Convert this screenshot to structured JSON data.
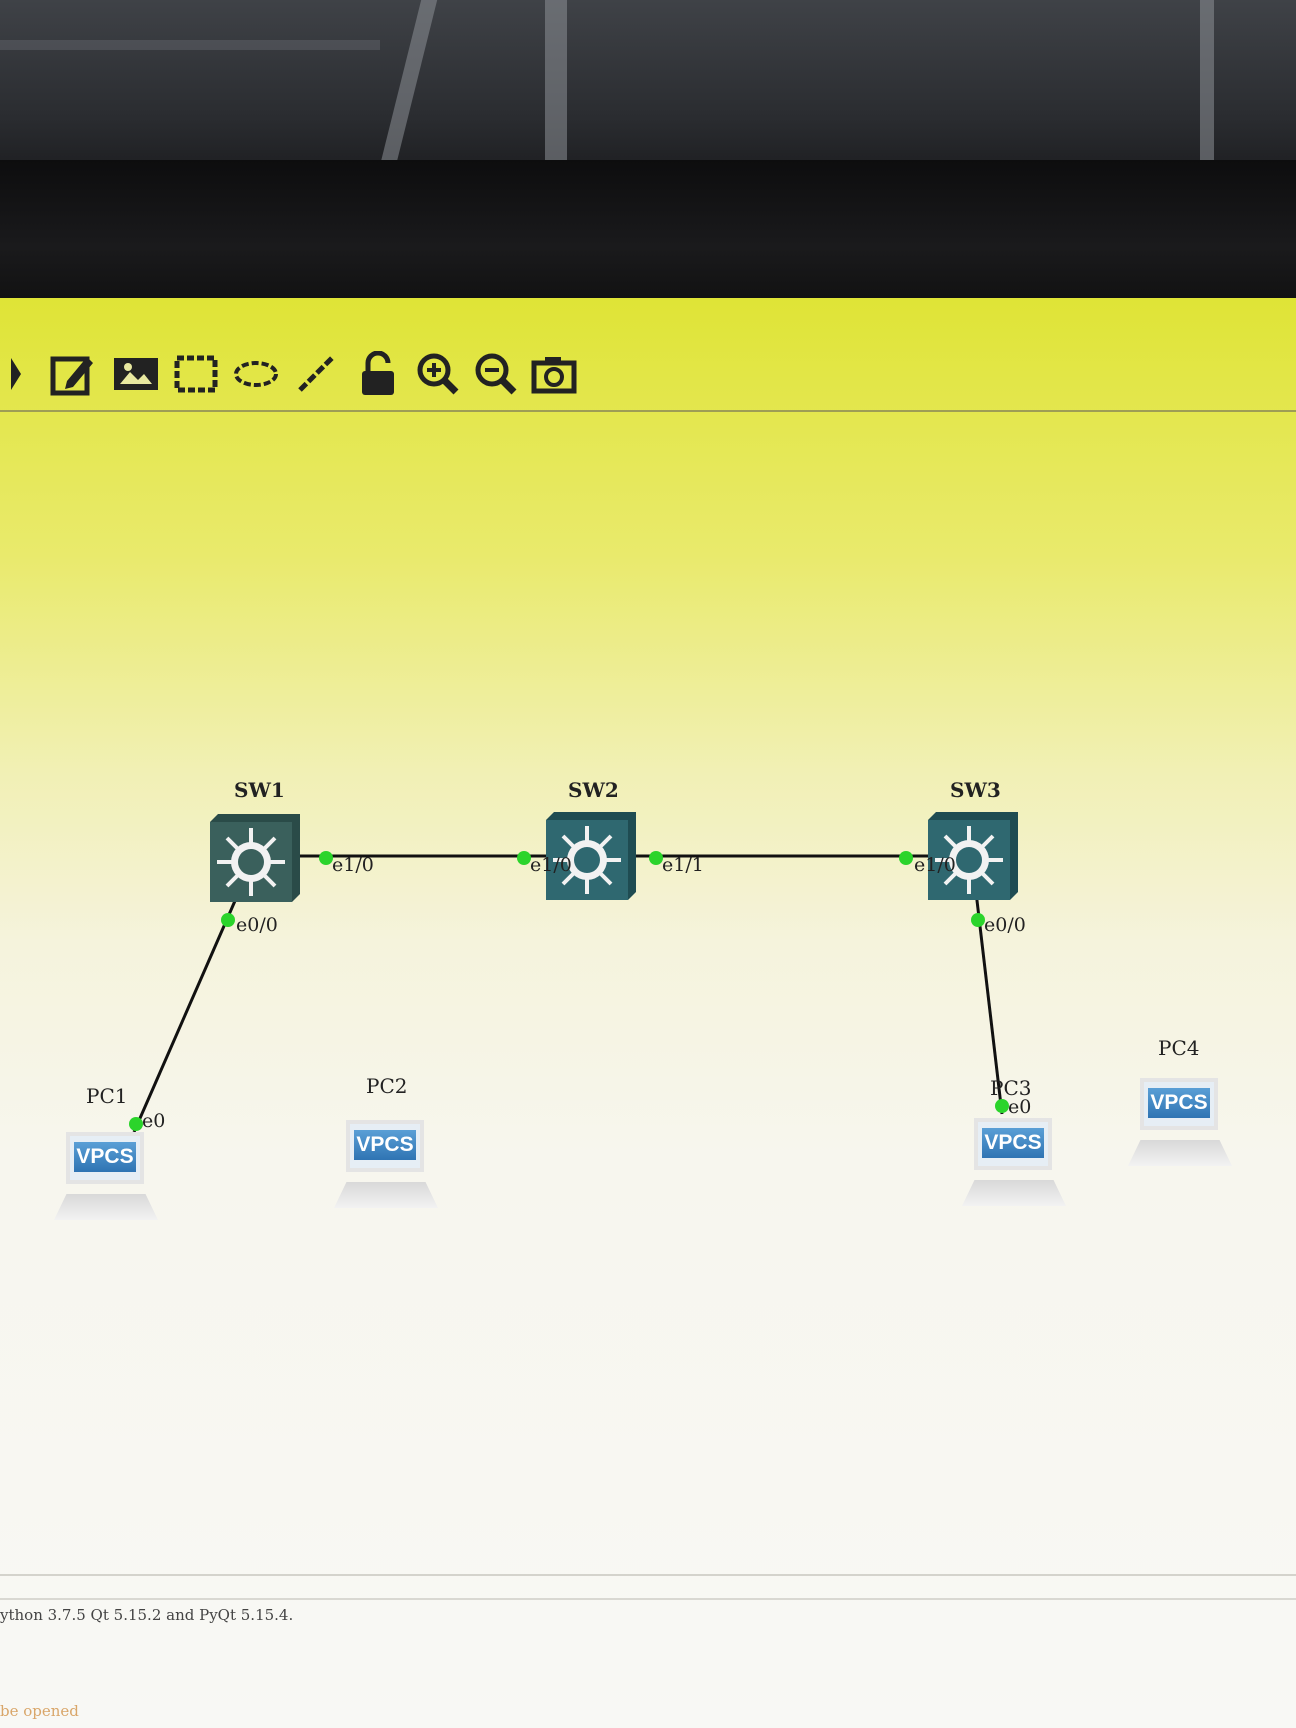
{
  "toolbar": {
    "tools": [
      {
        "name": "annotate-icon"
      },
      {
        "name": "insert-picture-icon"
      },
      {
        "name": "draw-rectangle-icon"
      },
      {
        "name": "draw-ellipse-icon"
      },
      {
        "name": "draw-line-icon"
      },
      {
        "name": "lock-icon"
      },
      {
        "name": "zoom-in-icon"
      },
      {
        "name": "zoom-out-icon"
      },
      {
        "name": "screenshot-icon"
      }
    ]
  },
  "topology": {
    "switches": [
      {
        "label": "SW1"
      },
      {
        "label": "SW2"
      },
      {
        "label": "SW3"
      }
    ],
    "hosts": [
      {
        "label": "PC1",
        "badge": "VPCS"
      },
      {
        "label": "PC2",
        "badge": "VPCS"
      },
      {
        "label": "PC3",
        "badge": "VPCS"
      },
      {
        "label": "PC4",
        "badge": "VPCS"
      }
    ],
    "ports": {
      "sw1_e1_0": "e1/0",
      "sw1_e0_0": "e0/0",
      "sw2_e1_0": "e1/0",
      "sw2_e1_1": "e1/1",
      "sw3_e1_0": "e1/0",
      "sw3_e0_0": "e0/0",
      "pc1_e0": "e0",
      "pc3_e0": "e0"
    },
    "link_status_color": "#2bd42b"
  },
  "console": {
    "line1": "ython 3.7.5 Qt 5.15.2 and PyQt 5.15.4.",
    "line2": " be opened"
  }
}
